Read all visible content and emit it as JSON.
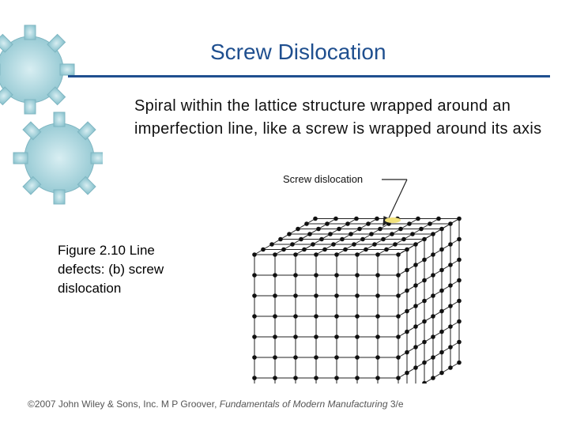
{
  "slide": {
    "title": "Screw Dislocation",
    "body": "Spiral within the lattice structure wrapped around an imperfection line, like a screw is wrapped around its axis"
  },
  "figure": {
    "caption": "Figure 2.10  Line defects: (b) screw dislocation",
    "label": "Screw dislocation"
  },
  "footer": {
    "prefix": "©2007 John Wiley & Sons, Inc.  M P Groover, ",
    "book": "Fundamentals of Modern Manufacturing",
    "suffix": " 3/e"
  },
  "decor": {
    "accent_color": "#1f4f8f",
    "gear_color": "#a9d6df",
    "gear_icon": "gear-icon"
  }
}
